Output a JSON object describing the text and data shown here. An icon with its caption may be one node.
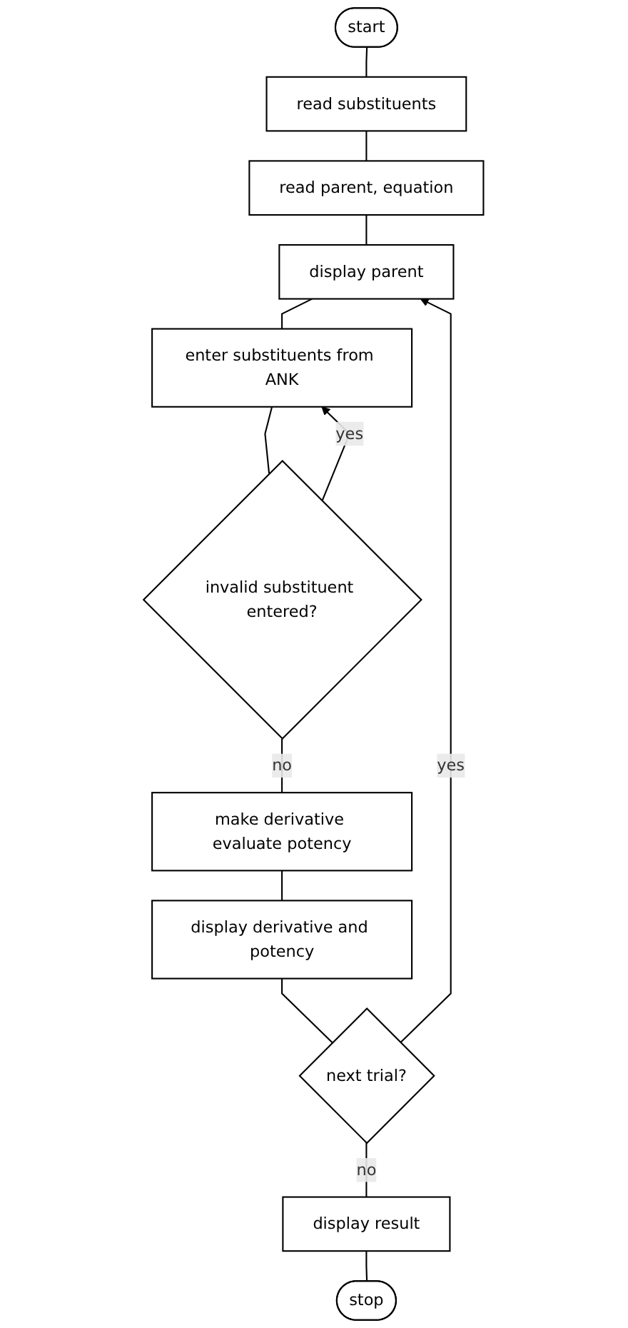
{
  "diagram": {
    "nodes": [
      {
        "text": [
          "start"
        ]
      },
      {
        "text": [
          "read substituents"
        ]
      },
      {
        "text": [
          "read parent, equation"
        ]
      },
      {
        "text": [
          "display parent"
        ]
      },
      {
        "text": [
          "enter substituents from ANK"
        ]
      },
      {
        "text": [
          "invalid substituent entered?"
        ]
      },
      {
        "text": [
          "make derivative evaluate potency"
        ]
      },
      {
        "text": [
          "display derivative and potency"
        ]
      },
      {
        "text": [
          "next trial?"
        ]
      },
      {
        "text": [
          "display result"
        ]
      },
      {
        "text": [
          "stop"
        ]
      }
    ],
    "edges": [
      {
        "from": 0,
        "to": 1,
        "arrow": "none"
      },
      {
        "from": 1,
        "to": 2,
        "arrow": "none"
      },
      {
        "from": 2,
        "to": 3,
        "arrow": "none"
      },
      {
        "from": 3,
        "to": 4,
        "arrow": "none"
      },
      {
        "from": 4,
        "to": 5,
        "arrow": "none"
      },
      {
        "from": 5,
        "to": 4,
        "label": "yes",
        "arrow": "to"
      },
      {
        "from": 5,
        "to": 6,
        "label": "no",
        "arrow": "none"
      },
      {
        "from": 6,
        "to": 7,
        "arrow": "none"
      },
      {
        "from": 7,
        "to": 8,
        "arrow": "none"
      },
      {
        "from": 8,
        "to": 3,
        "label": "yes",
        "arrow": "to"
      },
      {
        "from": 8,
        "to": 9,
        "label": "no",
        "arrow": "none"
      },
      {
        "from": 9,
        "to": 10,
        "arrow": "none"
      }
    ]
  }
}
